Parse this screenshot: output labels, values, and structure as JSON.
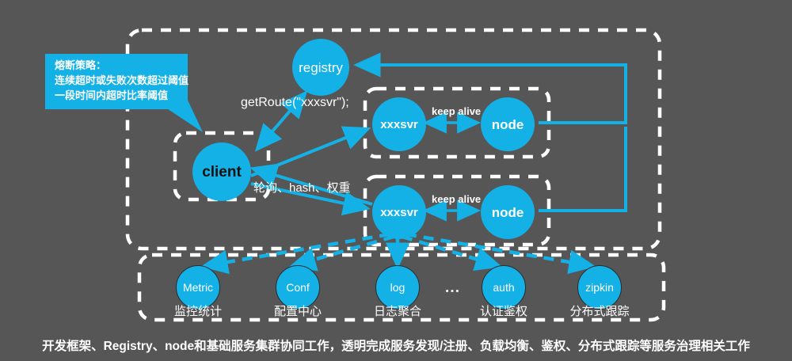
{
  "diagram": {
    "background_color": "#565656",
    "accent_color": "#14b1e7",
    "callout": {
      "line1": "熔断策略：",
      "line2": "连续超时或失败次数超过阈值",
      "line3": "一段时间内超时比率阈值"
    },
    "nodes": {
      "registry": "registry",
      "client": "client",
      "xxxsvr_top": "xxxsvr",
      "node_top": "node",
      "xxxsvr_bottom": "xxxsvr",
      "node_bottom": "node"
    },
    "edge_labels": {
      "get_route": "getRoute(\"xxxsvr\");",
      "load_balance": "轮询、hash、权重",
      "keep_alive_top": "keep alive",
      "keep_alive_bottom": "keep alive"
    },
    "services": [
      {
        "name": "Metric",
        "label": "监控统计"
      },
      {
        "name": "Conf",
        "label": "配置中心"
      },
      {
        "name": "log",
        "label": "日志聚合"
      },
      {
        "name": "auth",
        "label": "认证鉴权"
      },
      {
        "name": "zipkin",
        "label": "分布式跟踪"
      }
    ],
    "services_ellipsis": "…",
    "caption": "开发框架、Registry、node和基础服务集群协同工作，透明完成服务发现/注册、负载均衡、鉴权、分布式跟踪等服务治理相关工作"
  }
}
